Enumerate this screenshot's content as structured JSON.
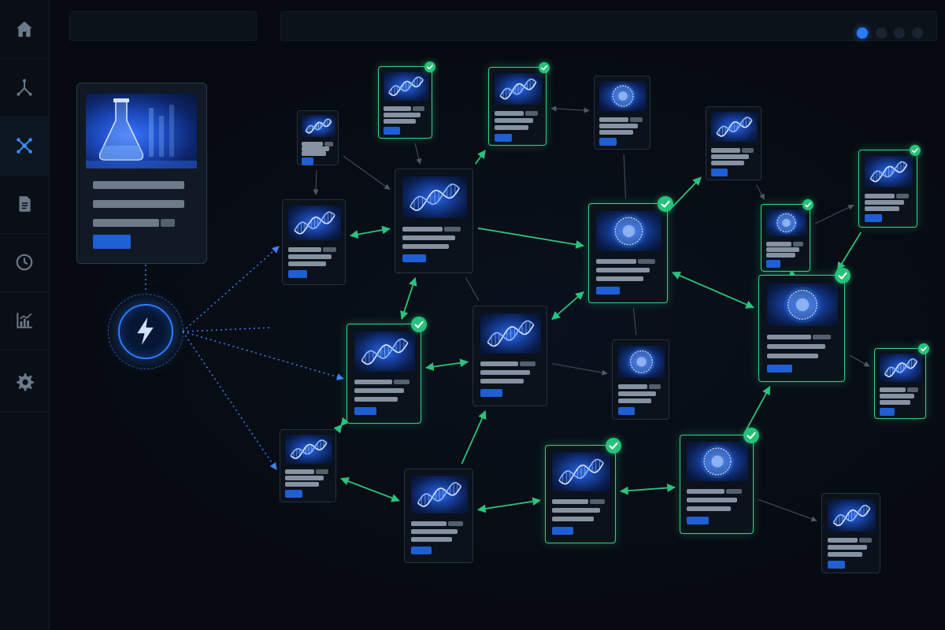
{
  "sidebar": {
    "items": [
      {
        "id": "home",
        "icon": "home-icon",
        "active": false
      },
      {
        "id": "branch",
        "icon": "branch-icon",
        "active": false
      },
      {
        "id": "network",
        "icon": "network-icon",
        "active": true
      },
      {
        "id": "document",
        "icon": "document-icon",
        "active": false
      },
      {
        "id": "history",
        "icon": "clock-icon",
        "active": false
      },
      {
        "id": "analytics",
        "icon": "chart-icon",
        "active": false
      },
      {
        "id": "settings",
        "icon": "gear-icon",
        "active": false
      }
    ]
  },
  "topbar": {
    "indicators": [
      {
        "state": "active"
      },
      {
        "state": "inactive"
      },
      {
        "state": "inactive"
      },
      {
        "state": "inactive"
      }
    ]
  },
  "source_card": {
    "image": "laboratory-flask-image"
  },
  "trigger": {
    "icon": "lightning-bolt-icon"
  },
  "nodes": [
    {
      "id": "n1",
      "image": "dna",
      "checked": false
    },
    {
      "id": "n2",
      "image": "dna",
      "checked": true
    },
    {
      "id": "n3",
      "image": "dna",
      "checked": true
    },
    {
      "id": "n4",
      "image": "cell",
      "checked": false
    },
    {
      "id": "n5",
      "image": "dna",
      "checked": false
    },
    {
      "id": "n6",
      "image": "dna",
      "checked": false
    },
    {
      "id": "n7",
      "image": "dna",
      "checked": false
    },
    {
      "id": "n8",
      "image": "cell",
      "checked": true
    },
    {
      "id": "n9",
      "image": "cell",
      "checked": true
    },
    {
      "id": "n10",
      "image": "dna",
      "checked": true
    },
    {
      "id": "n11",
      "image": "dna",
      "checked": false
    },
    {
      "id": "n12",
      "image": "cell",
      "checked": true
    },
    {
      "id": "n13",
      "image": "dna",
      "checked": true
    },
    {
      "id": "n14",
      "image": "cell",
      "checked": false
    },
    {
      "id": "n15",
      "image": "cell",
      "checked": true
    },
    {
      "id": "n16",
      "image": "dna",
      "checked": false
    },
    {
      "id": "n17",
      "image": "dna",
      "checked": false
    },
    {
      "id": "n18",
      "image": "dna",
      "checked": true
    },
    {
      "id": "n19",
      "image": "cell",
      "checked": true
    },
    {
      "id": "n20",
      "image": "dna",
      "checked": true
    },
    {
      "id": "n21",
      "image": "dna",
      "checked": false
    }
  ],
  "edges": [
    {
      "from": "n1",
      "to": "n6",
      "kind": "gray",
      "ends": "end"
    },
    {
      "from": "n2",
      "to": "n7",
      "kind": "gray",
      "ends": "end"
    },
    {
      "from": "n1",
      "to": "n7",
      "kind": "gray",
      "ends": "end"
    },
    {
      "from": "n7",
      "to": "n3",
      "kind": "green",
      "ends": "end"
    },
    {
      "from": "n6",
      "to": "n7",
      "kind": "green",
      "ends": "both"
    },
    {
      "from": "n3",
      "to": "n4",
      "kind": "gray",
      "ends": "both"
    },
    {
      "from": "n7",
      "to": "n8",
      "kind": "green",
      "ends": "end"
    },
    {
      "from": "n4",
      "to": "n8",
      "kind": "gray",
      "ends": "none"
    },
    {
      "from": "n8",
      "to": "n5",
      "kind": "green",
      "ends": "end"
    },
    {
      "from": "n5",
      "to": "n9",
      "kind": "gray",
      "ends": "end"
    },
    {
      "from": "n9",
      "to": "n12",
      "kind": "green",
      "ends": "end"
    },
    {
      "from": "n8",
      "to": "n12",
      "kind": "green",
      "ends": "both"
    },
    {
      "from": "n7",
      "to": "n10",
      "kind": "green",
      "ends": "both"
    },
    {
      "from": "n7",
      "to": "n11",
      "kind": "gray",
      "ends": "none"
    },
    {
      "from": "n10",
      "to": "n11",
      "kind": "green",
      "ends": "both"
    },
    {
      "from": "n11",
      "to": "n8",
      "kind": "green",
      "ends": "both"
    },
    {
      "from": "n11",
      "to": "n14",
      "kind": "gray",
      "ends": "end"
    },
    {
      "from": "n10",
      "to": "n16",
      "kind": "green",
      "ends": "both"
    },
    {
      "from": "n16",
      "to": "n17",
      "kind": "green",
      "ends": "both"
    },
    {
      "from": "n17",
      "to": "n11",
      "kind": "green",
      "ends": "end"
    },
    {
      "from": "n17",
      "to": "n18",
      "kind": "green",
      "ends": "both"
    },
    {
      "from": "n18",
      "to": "n19",
      "kind": "green",
      "ends": "both"
    },
    {
      "from": "n19",
      "to": "n12",
      "kind": "green",
      "ends": "end"
    },
    {
      "from": "n19",
      "to": "n21",
      "kind": "gray",
      "ends": "end"
    },
    {
      "from": "n12",
      "to": "n20",
      "kind": "gray",
      "ends": "end"
    },
    {
      "from": "n13",
      "to": "n12",
      "kind": "green",
      "ends": "end"
    },
    {
      "from": "n9",
      "to": "n13",
      "kind": "gray",
      "ends": "end"
    },
    {
      "from": "n14",
      "to": "n8",
      "kind": "gray",
      "ends": "none"
    }
  ],
  "trigger_links": [
    "n6",
    "n10",
    "n16"
  ]
}
